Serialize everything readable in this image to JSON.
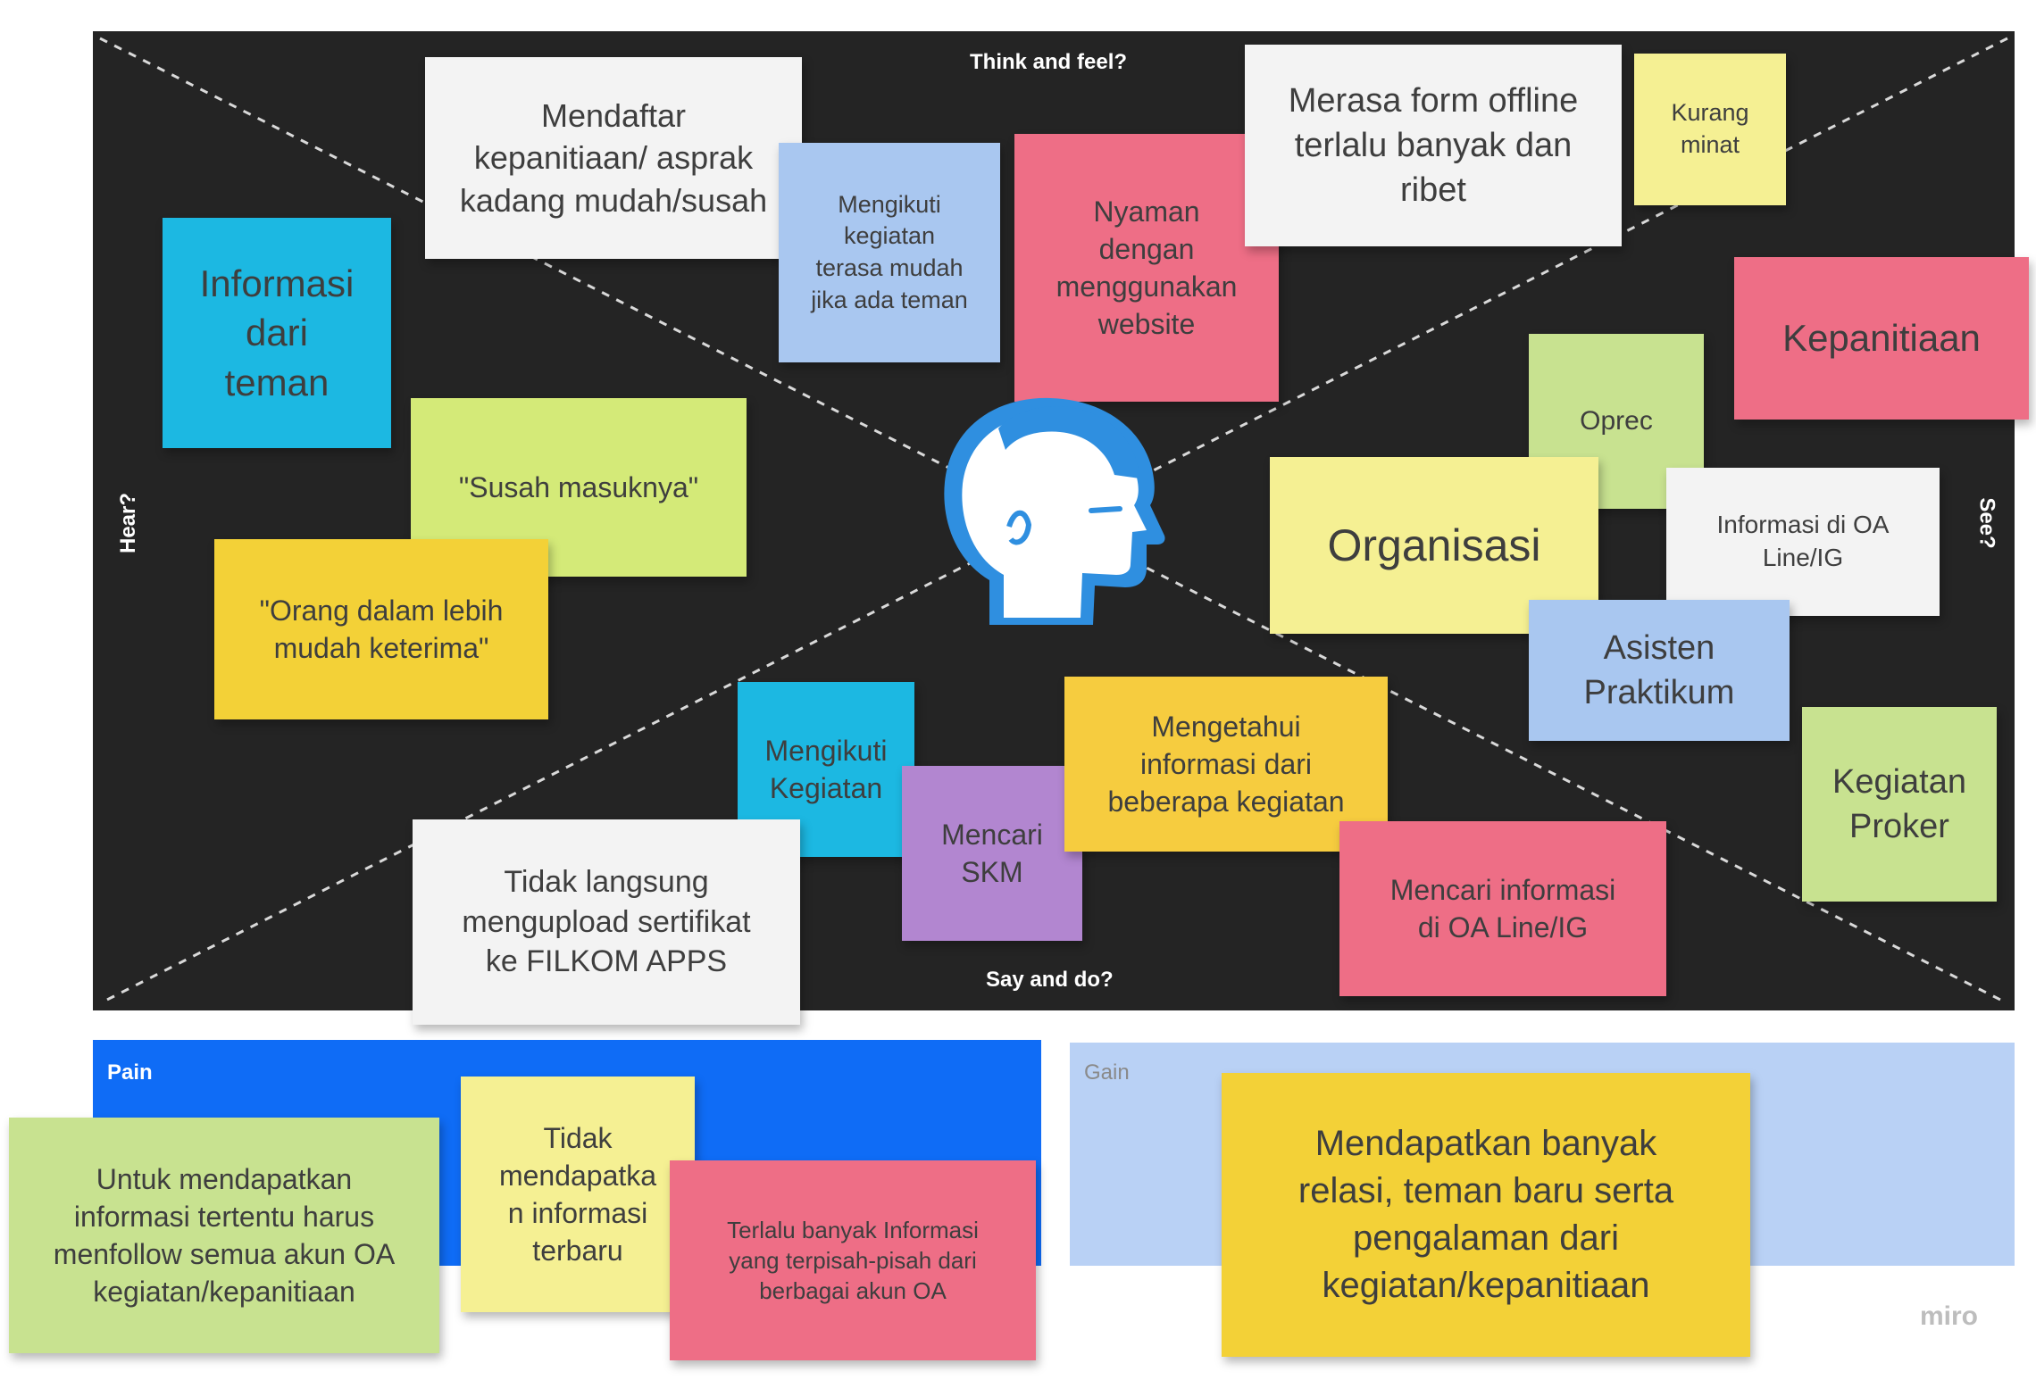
{
  "sections": {
    "think_feel": "Think and feel?",
    "hear": "Hear?",
    "see": "See?",
    "say_do": "Say and do?"
  },
  "stickies": {
    "mendaftar": "Mendaftar\nkepanitiaan/ asprak\nkadang mudah/susah",
    "mengikuti_teman": "Mengikuti\nkegiatan\nterasa mudah\njika ada teman",
    "nyaman": "Nyaman\ndengan\nmenggunakan\nwebsite",
    "merasa_form": "Merasa form offline\nterlalu banyak dan\nribet",
    "kurang_minat": "Kurang\nminat",
    "informasi_teman": "Informasi\ndari\nteman",
    "susah_masuk": "\"Susah masuknya\"",
    "orang_dalam": "\"Orang dalam lebih\nmudah keterima\"",
    "kepanitiaan": "Kepanitiaan",
    "oprec": "Oprec",
    "organisasi": "Organisasi",
    "informasi_oa": "Informasi di OA\nLine/IG",
    "asisten": "Asisten\nPraktikum",
    "kegiatan_proker": "Kegiatan\nProker",
    "mengikuti_kegiatan": "Mengikuti\nKegiatan",
    "mencari_skm": "Mencari\nSKM",
    "mengetahui": "Mengetahui\ninformasi dari\nbeberapa kegiatan",
    "mencari_informasi": "Mencari informasi\ndi OA Line/IG",
    "tidak_langsung": "Tidak langsung\nmengupload sertifikat\nke FILKOM APPS",
    "pain_untuk": "Untuk mendapatkan\ninformasi tertentu harus\nmenfollow semua akun OA\nkegiatan/kepanitiaan",
    "pain_tidak": "Tidak\nmendapatka\nn informasi\nterbaru",
    "pain_terlalu": "Terlalu banyak Informasi\nyang terpisah-pisah dari\nberbagai akun OA",
    "gain_mendapatkan": "Mendapatkan banyak\nrelasi, teman baru serta\npengalaman dari\nkegiatan/kepanitiaan"
  },
  "pain_label": "Pain",
  "gain_label": "Gain",
  "watermark": "miro",
  "icons": {
    "center": "person-head-icon"
  },
  "colors": {
    "board": "#242424",
    "pain": "#0f6cf6",
    "gain": "#b9d1f5",
    "head": "#2f8fe0"
  }
}
